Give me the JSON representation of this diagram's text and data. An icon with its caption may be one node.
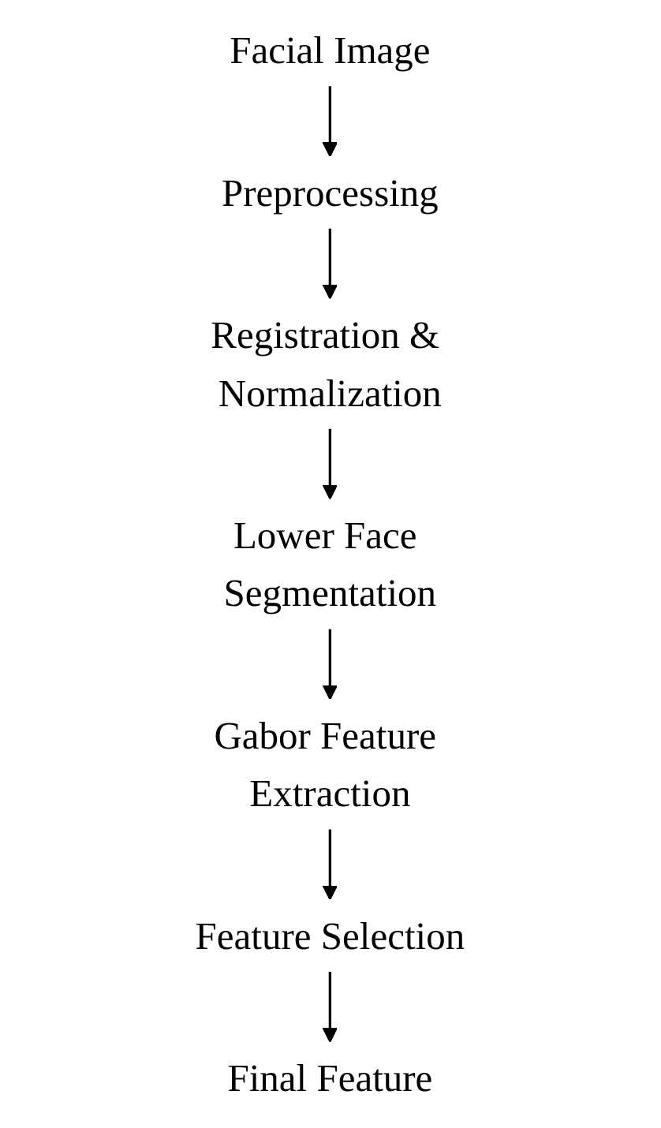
{
  "diagram": {
    "nodes": [
      {
        "text": [
          "Facial Image"
        ]
      },
      {
        "text": [
          "Preprocessing"
        ]
      },
      {
        "text": [
          "Registration & Normalization"
        ]
      },
      {
        "text": [
          "Lower Face Segmentation"
        ]
      },
      {
        "text": [
          "Gabor Feature Extraction"
        ]
      },
      {
        "text": [
          "Feature Selection"
        ]
      },
      {
        "text": [
          "Final Feature"
        ]
      }
    ],
    "edges": [
      {
        "from": 0,
        "to": 1,
        "arrow": "to"
      },
      {
        "from": 1,
        "to": 2,
        "arrow": "to"
      },
      {
        "from": 2,
        "to": 3,
        "arrow": "to"
      },
      {
        "from": 3,
        "to": 4,
        "arrow": "to"
      },
      {
        "from": 4,
        "to": 5,
        "arrow": "to"
      },
      {
        "from": 5,
        "to": 6,
        "arrow": "to"
      }
    ]
  }
}
